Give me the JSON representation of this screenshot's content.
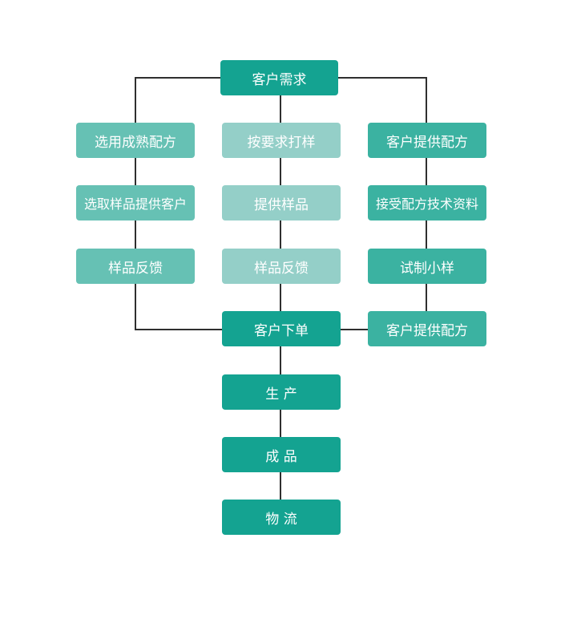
{
  "colors": {
    "primary": "#14a391",
    "left": "#66c1b4",
    "center": "#94cfc8",
    "right": "#3bb2a1",
    "line": "#2f2f2f"
  },
  "nodes": {
    "top": "客户需求",
    "left": [
      "选用成熟配方",
      "选取样品提供客户",
      "样品反馈"
    ],
    "center": [
      "按要求打样",
      "提供样品",
      "样品反馈"
    ],
    "right": [
      "客户提供配方",
      "接受配方技术资料",
      "试制小样",
      "客户提供配方"
    ],
    "order": "客户下单",
    "production": "生 产",
    "product": "成 品",
    "logistics": "物 流"
  }
}
